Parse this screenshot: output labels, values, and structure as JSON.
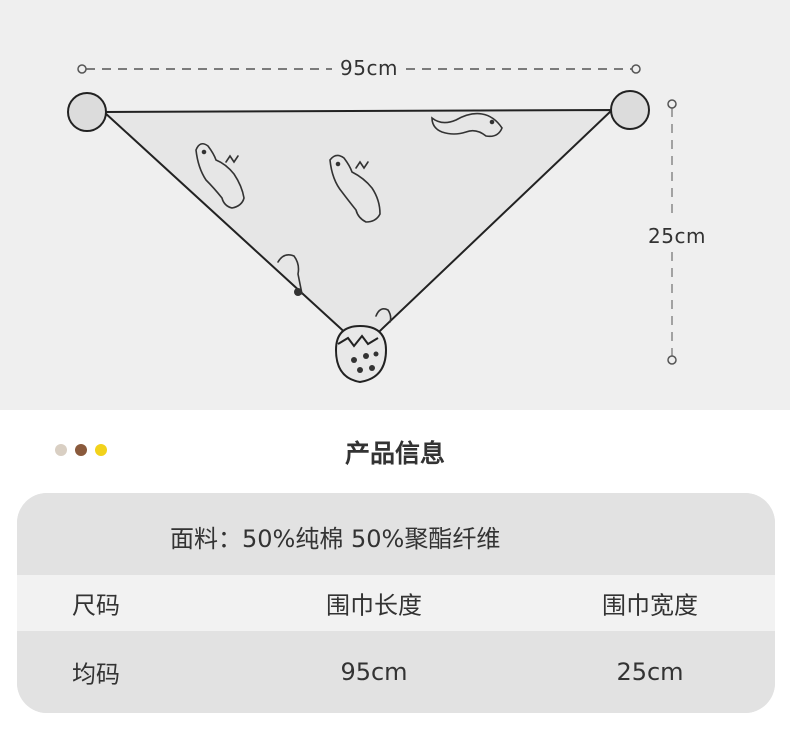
{
  "diagram": {
    "width_label": "95cm",
    "height_label": "25cm",
    "colors": {
      "background": "#efefef",
      "fabric": "#e6e6e6",
      "outline": "#222222",
      "knob": "#dcdcdc",
      "dimension_line": "#555555"
    },
    "decoration_icons": [
      "dinosaur-icon",
      "strawberry-icon"
    ]
  },
  "section": {
    "title": "产品信息",
    "dot_colors": [
      "#d9cfc3",
      "#8a5a3c",
      "#f2d21b"
    ]
  },
  "info": {
    "material": "面料：50%纯棉 50%聚酯纤维",
    "headers": [
      "尺码",
      "围巾长度",
      "围巾宽度"
    ],
    "row": [
      "均码",
      "95cm",
      "25cm"
    ]
  }
}
